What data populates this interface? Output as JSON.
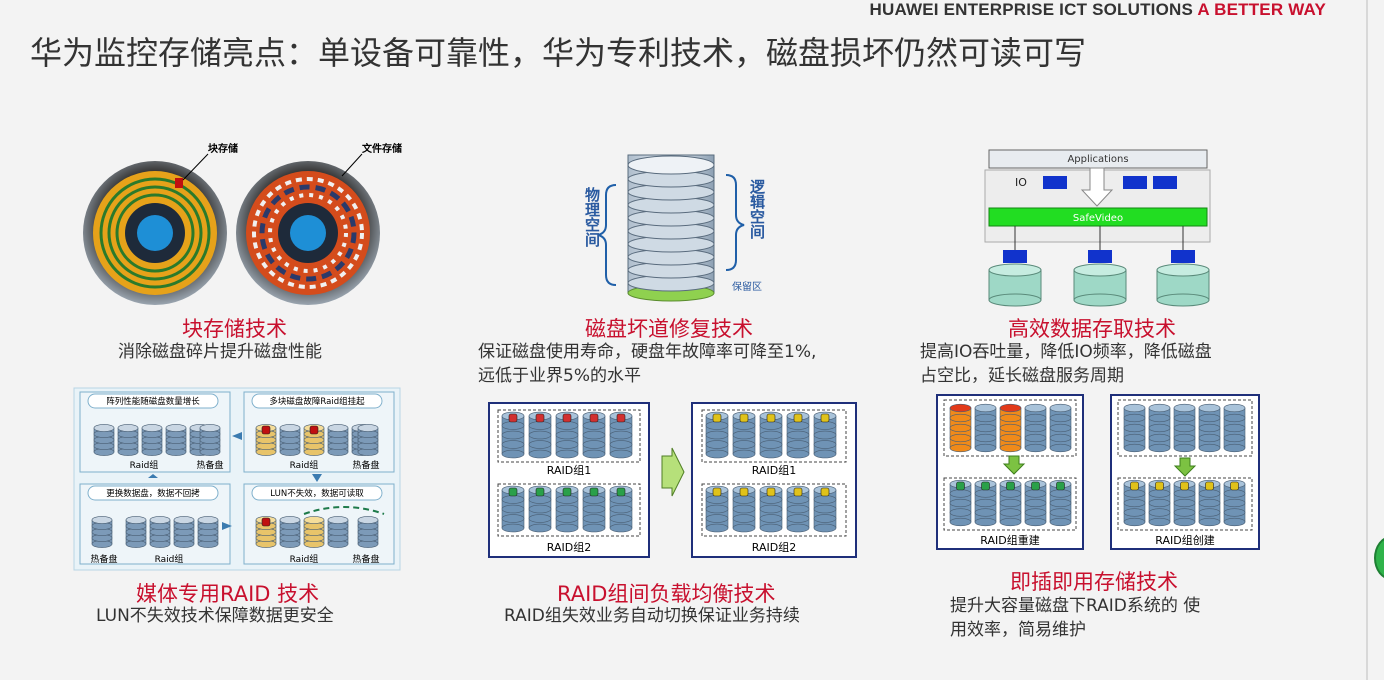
{
  "header": {
    "brand_main": "HUAWEI ENTERPRISE ICT SOLUTIONS",
    "brand_accent": "A BETTER WAY",
    "title": "华为监控存储亮点：单设备可靠性，华为专利技术，磁盘损坏仍然可读可写"
  },
  "features": {
    "block_storage": {
      "label_block": "块存储",
      "label_file": "文件存储",
      "title": "块存储技术",
      "desc": "消除磁盘碎片提升磁盘性能"
    },
    "bad_track": {
      "left_label": "物理空间",
      "right_label": "逻辑空间",
      "reserved": "保留区",
      "title": "磁盘坏道修复技术",
      "desc_line1": "保证磁盘使用寿命，硬盘年故障率可降至1%,",
      "desc_line2": "远低于业界5%的水平"
    },
    "io_access": {
      "applications": "Applications",
      "io": "IO",
      "safevideo": "SafeVideo",
      "title": "高效数据存取技术",
      "desc_line1": "提高IO吞吐量，降低IO频率，降低磁盘",
      "desc_line2": "占空比，延长磁盘服务周期"
    },
    "media_raid": {
      "box1": "阵列性能随磁盘数量增长",
      "box2": "多块磁盘故障Raid组挂起",
      "box3": "更换数据盘，数据不回拷",
      "box4": "LUN不失效，数据可读取",
      "raid": "Raid组",
      "spare": "热备盘",
      "title": "媒体专用RAID 技术",
      "desc": "LUN不失效技术保障数据更安全"
    },
    "raid_balance": {
      "raid1": "RAID组1",
      "raid2": "RAID组2",
      "title": "RAID组间负载均衡技术",
      "desc": "RAID组失效业务自动切换保证业务持续"
    },
    "plug_play": {
      "rebuild": "RAID组重建",
      "create": "RAID组创建",
      "title": "即插即用存储技术",
      "desc_line1": "提升大容量磁盘下RAID系统的 使",
      "desc_line2": "用效率，简易维护"
    }
  },
  "colors": {
    "accent_red": "#c8102e",
    "raid_border": "#1f2f7a",
    "safevideo_green": "#22dd22",
    "disk_blue": "#6f93b5"
  }
}
